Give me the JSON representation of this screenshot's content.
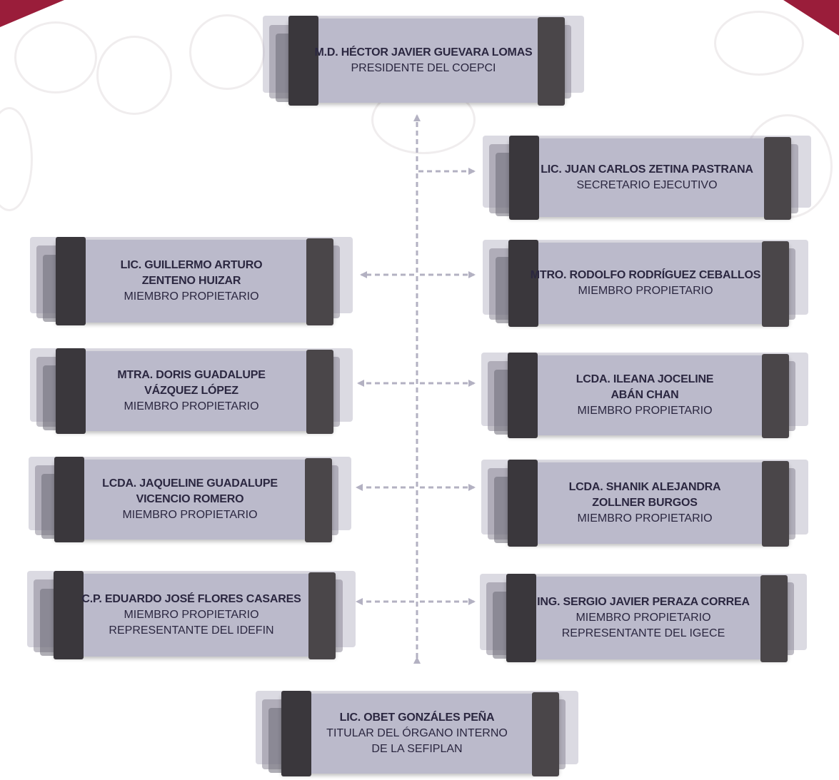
{
  "orgchart": {
    "president": {
      "name": "M.D. HÉCTOR JAVIER GUEVARA LOMAS",
      "role": "PRESIDENTE DEL COEPCI"
    },
    "secretary": {
      "name": "LIC. JUAN CARLOS ZETINA PASTRANA",
      "role": "SECRETARIO EJECUTIVO"
    },
    "members_left": [
      {
        "name1": "LIC. GUILLERMO ARTURO",
        "name2": "ZENTENO HUIZAR",
        "role1": "MIEMBRO PROPIETARIO",
        "role2": ""
      },
      {
        "name1": "MTRA. DORIS GUADALUPE",
        "name2": "VÁZQUEZ LÓPEZ",
        "role1": "MIEMBRO PROPIETARIO",
        "role2": ""
      },
      {
        "name1": "LCDA. JAQUELINE GUADALUPE",
        "name2": "VICENCIO ROMERO",
        "role1": "MIEMBRO PROPIETARIO",
        "role2": ""
      },
      {
        "name1": "C.P. EDUARDO JOSÉ FLORES CASARES",
        "name2": "",
        "role1": "MIEMBRO PROPIETARIO",
        "role2": "REPRESENTANTE DEL IDEFIN"
      }
    ],
    "members_right": [
      {
        "name1": "MTRO. RODOLFO RODRÍGUEZ CEBALLOS",
        "name2": "",
        "role1": "MIEMBRO PROPIETARIO",
        "role2": ""
      },
      {
        "name1": "LCDA. ILEANA JOCELINE",
        "name2": "ABÁN CHAN",
        "role1": "MIEMBRO PROPIETARIO",
        "role2": ""
      },
      {
        "name1": "LCDA. SHANIK ALEJANDRA",
        "name2": "ZOLLNER BURGOS",
        "role1": "MIEMBRO PROPIETARIO",
        "role2": ""
      },
      {
        "name1": "ING. SERGIO JAVIER PERAZA CORREA",
        "name2": "",
        "role1": "MIEMBRO PROPIETARIO",
        "role2": "REPRESENTANTE DEL IGECE"
      }
    ],
    "comptroller": {
      "name": "LIC. OBET GONZÁLES PEÑA",
      "role1": "TITULAR DEL ÓRGANO INTERNO",
      "role2": "DE LA SEFIPLAN"
    }
  },
  "colors": {
    "accent": "#9a1d3a",
    "card_face": "#bbbacb",
    "card_band": "#3a373c",
    "text": "#2b2740",
    "connector": "#b3b1c2"
  }
}
